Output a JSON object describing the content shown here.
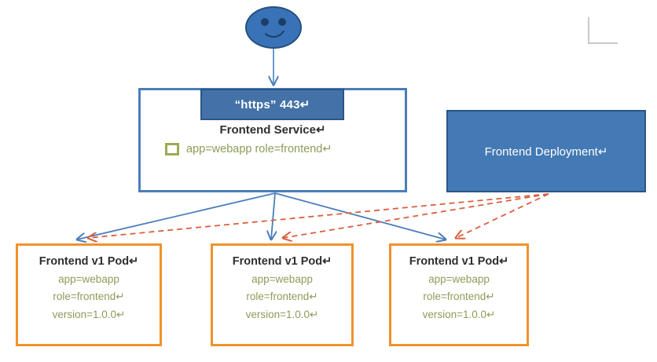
{
  "diagram": {
    "title": "Kubernetes Frontend Service and Deployment",
    "colors": {
      "service_border": "#4a7ebb",
      "https_banner": "#4472a8",
      "deployment_fill": "#4379b4",
      "pod_border": "#f0922b",
      "selector_green": "#8d9c58",
      "actor_blue": "#3a72b8",
      "solid_edge": "#4a7ebb",
      "dashed_edge": "#d9603f"
    },
    "actor": {
      "name": "user-smiley",
      "face_icon": "smiley-face-icon"
    },
    "service": {
      "banner_label": "“https” 443↵",
      "title": "Frontend Service↵",
      "selector_icon": "green-square-icon",
      "selector_label": "app=webapp role=frontend↵"
    },
    "deployment": {
      "label": "Frontend Deployment↵"
    },
    "pods": [
      {
        "title": "Frontend v1 Pod↵",
        "labels": [
          "app=webapp",
          "role=frontend↵",
          "version=1.0.0↵"
        ]
      },
      {
        "title": "Frontend v1 Pod↵",
        "labels": [
          "app=webapp",
          "role=frontend↵",
          "version=1.0.0↵"
        ]
      },
      {
        "title": "Frontend v1 Pod↵",
        "labels": [
          "app=webapp",
          "role=frontend↵",
          "version=1.0.0↵"
        ]
      }
    ],
    "edges": {
      "actor_to_service": "solid-arrow-down",
      "service_to_pods": "solid-arrow-fan",
      "deployment_to_pods": "dashed-arrow-fan"
    }
  }
}
